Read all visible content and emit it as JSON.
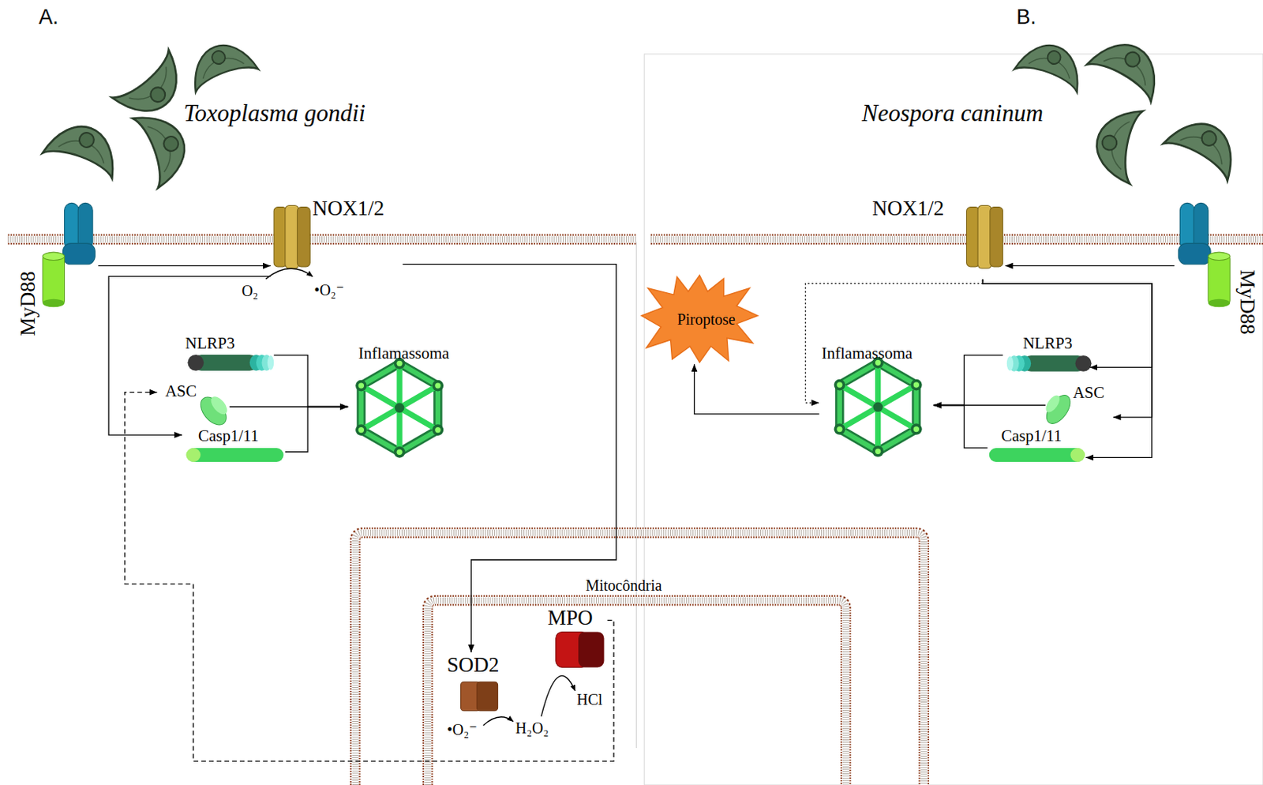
{
  "diagram": {
    "nodes": [
      {
        "text": [
          "MyD88"
        ]
      },
      {
        "text": [
          "NOX1/2"
        ]
      },
      {
        "text": [
          "NLRP3"
        ]
      },
      {
        "text": [
          "ASC"
        ]
      },
      {
        "text": [
          "Casp1/11"
        ]
      },
      {
        "text": [
          "Inflamassoma"
        ]
      },
      {
        "text": [
          "Mitocôndria"
        ]
      },
      {
        "text": [
          "SOD2"
        ],
        "in": 6
      },
      {
        "text": [
          "MPO"
        ],
        "in": 6
      },
      {
        "text": [
          "NOX1/2"
        ]
      },
      {
        "text": [
          "MyD88"
        ]
      },
      {
        "text": [
          "Piroptose"
        ]
      },
      {
        "text": [
          "Inflamassoma"
        ]
      },
      {
        "text": [
          "NLRP3"
        ]
      },
      {
        "text": [
          "ASC"
        ]
      },
      {
        "text": [
          "Casp1/11"
        ]
      }
    ],
    "edges": [
      {
        "from": 0,
        "to": 1,
        "arrow": "to"
      },
      {
        "from": 1,
        "to": 4,
        "arrow": "to"
      },
      {
        "from": 1,
        "to": 7,
        "arrow": "to"
      },
      {
        "from": 8,
        "to": 3,
        "arrow": "to"
      },
      {
        "from": 2,
        "to": 5,
        "arrow": "to"
      },
      {
        "from": 3,
        "to": 5,
        "arrow": "to"
      },
      {
        "from": 4,
        "to": 5,
        "arrow": "to"
      },
      {
        "from": 10,
        "to": 9,
        "arrow": "to"
      },
      {
        "from": 9,
        "to": 13,
        "arrow": "to"
      },
      {
        "from": 9,
        "to": 14,
        "arrow": "to"
      },
      {
        "from": 9,
        "to": 15,
        "arrow": "to"
      },
      {
        "from": 9,
        "to": 12,
        "arrow": "to"
      },
      {
        "from": 13,
        "to": 12,
        "arrow": "to"
      },
      {
        "from": 14,
        "to": 12,
        "arrow": "to"
      },
      {
        "from": 15,
        "to": 12,
        "arrow": "to"
      },
      {
        "from": 12,
        "to": 11,
        "arrow": "to"
      }
    ],
    "labels": [
      "A.",
      "B.",
      "Toxoplasma gondii",
      "Neospora caninum",
      "O₂",
      "•O₂⁻",
      "•O₂⁻",
      "H₂O₂",
      "HCl"
    ]
  }
}
